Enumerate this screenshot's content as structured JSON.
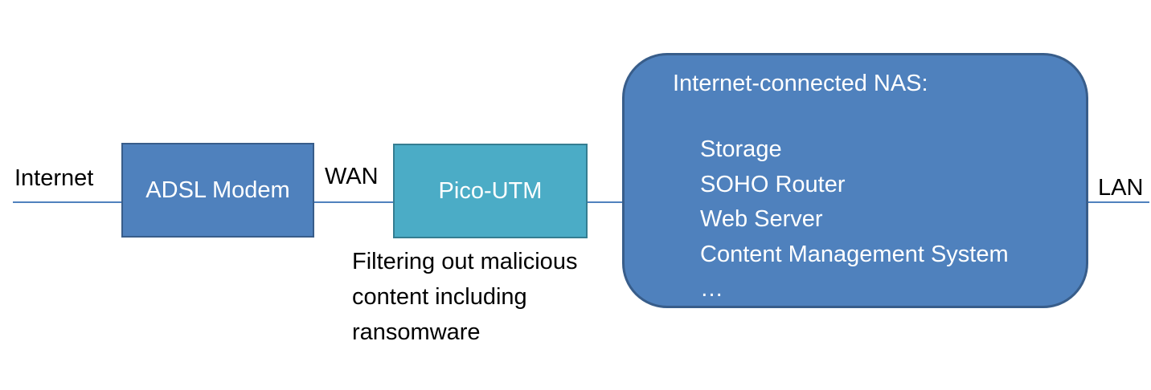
{
  "colors": {
    "wire": "#4f81bd",
    "modem_fill": "#4f81bd",
    "modem_border": "#385d8a",
    "utm_fill": "#4bacc6",
    "utm_border": "#357d91",
    "nas_fill": "#4f81bd",
    "nas_border": "#385d8a"
  },
  "labels": {
    "internet": "Internet",
    "wan": "WAN",
    "lan": "LAN"
  },
  "nodes": {
    "modem": {
      "label": "ADSL Modem"
    },
    "utm": {
      "label": "Pico-UTM"
    },
    "nas": {
      "title": "Internet-connected NAS:",
      "items": [
        "Storage",
        "SOHO Router",
        "Web Server",
        "Content Management System",
        "…"
      ]
    }
  },
  "annotation": {
    "lines": [
      "Filtering out malicious",
      "content including",
      "ransomware"
    ]
  }
}
